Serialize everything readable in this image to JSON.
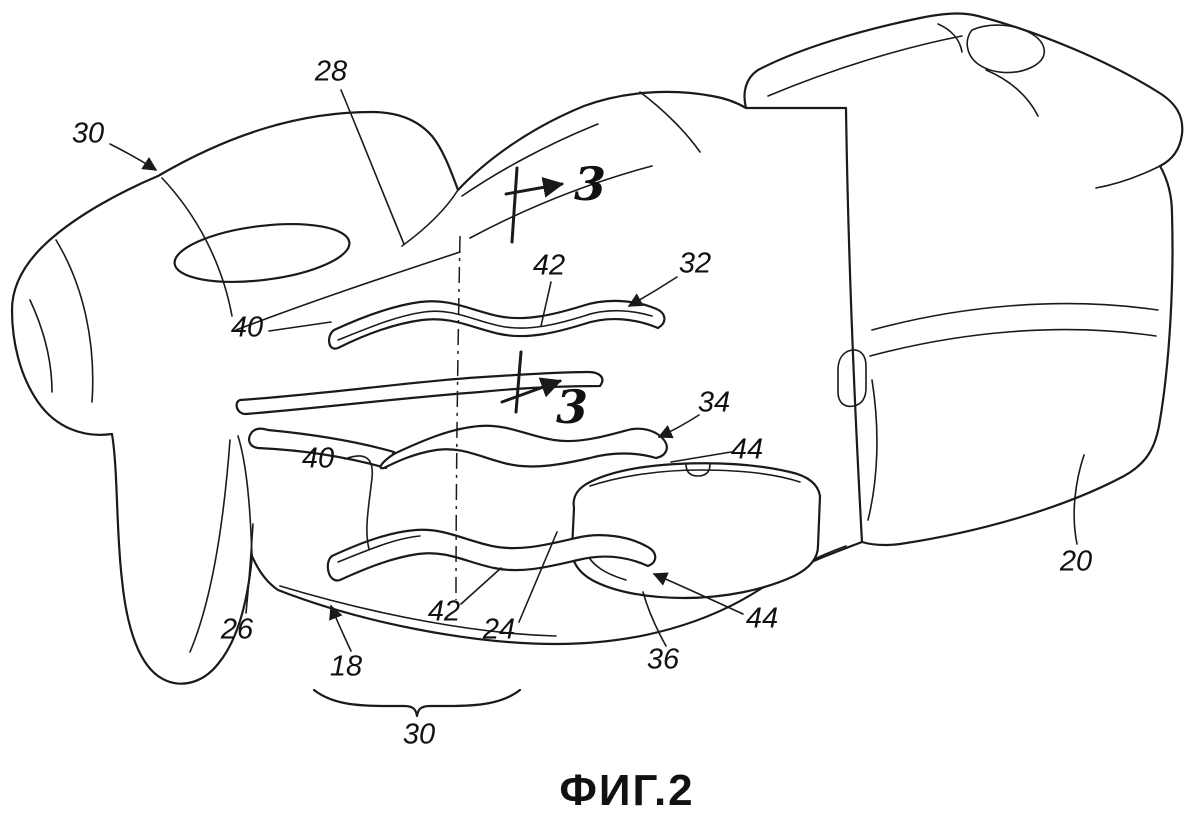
{
  "figure": {
    "caption": "ФИГ.2",
    "kind": "patent-line-drawing"
  },
  "refs": {
    "r30_top": "30",
    "r28": "28",
    "s3_top": "3",
    "r42_top": "42",
    "r32": "32",
    "r40_top": "40",
    "s3_bottom": "3",
    "r34": "34",
    "r44_top": "44",
    "r40_bottom": "40",
    "r42_bottom": "42",
    "r24": "24",
    "r44_bottom": "44",
    "r36": "36",
    "r18": "18",
    "r26": "26",
    "r20": "20",
    "r30_bottom": "30"
  },
  "colors": {
    "ink": "#1a1a1a",
    "paper": "#ffffff"
  }
}
